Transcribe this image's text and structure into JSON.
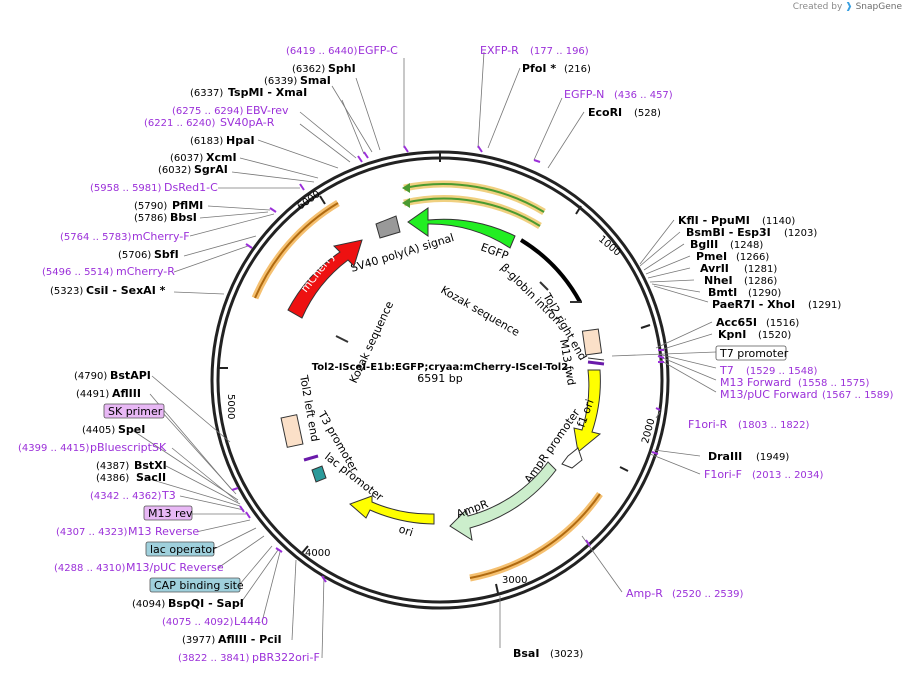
{
  "credit": {
    "prefix": "Created by",
    "brand": "SnapGene"
  },
  "plasmid": {
    "name": "Tol2-ISceI-E1b:EGFP;cryaa:mCherry-ISceI-Tol2",
    "size": "6591 bp"
  },
  "ticks": [
    "1000",
    "2000",
    "3000",
    "4000",
    "5000",
    "6000"
  ],
  "colors": {
    "primer": "#9b30d9",
    "egfp": "#22ee22",
    "mcherry": "#ee1111",
    "ori": "#ffff00",
    "ampr": "#cceecc",
    "polya": "#999999",
    "orange": "#f5a623",
    "promoter": "#ffffff",
    "box_blue": "#9fd0dc",
    "box_purple": "#e8b8f5"
  },
  "features": [
    {
      "label": "EGFP"
    },
    {
      "label": "SV40 poly(A) signal"
    },
    {
      "label": "mCherry"
    },
    {
      "label": "β-globin intron"
    },
    {
      "label": "Kozak sequence"
    },
    {
      "label": "Kozak sequence"
    },
    {
      "label": "Tol2 right end"
    },
    {
      "label": "M13 fwd"
    },
    {
      "label": "f1 ori"
    },
    {
      "label": "AmpR promoter"
    },
    {
      "label": "AmpR"
    },
    {
      "label": "ori"
    },
    {
      "label": "lac promoter"
    },
    {
      "label": "T3 promoter"
    },
    {
      "label": "Tol2 left end"
    }
  ],
  "site_labels": [
    {
      "pos": "(6419 .. 6440)",
      "name": "EGFP-C",
      "kind": "primer"
    },
    {
      "pos": "(6362)",
      "name": "SphI",
      "kind": "enzyme"
    },
    {
      "pos": "(6339)",
      "name": "SmaI",
      "kind": "enzyme"
    },
    {
      "pos": "(6337)",
      "name": "TspMI - XmaI",
      "kind": "enzyme"
    },
    {
      "pos": "(6275 .. 6294)",
      "name": "EBV-rev",
      "kind": "primer"
    },
    {
      "pos": "(6221 .. 6240)",
      "name": "SV40pA-R",
      "kind": "primer"
    },
    {
      "pos": "(6183)",
      "name": "HpaI",
      "kind": "enzyme"
    },
    {
      "pos": "(6037)",
      "name": "XcmI",
      "kind": "enzyme"
    },
    {
      "pos": "(6032)",
      "name": "SgrAI",
      "kind": "enzyme"
    },
    {
      "pos": "(5958 .. 5981)",
      "name": "DsRed1-C",
      "kind": "primer"
    },
    {
      "pos": "(5790)",
      "name": "PflMI",
      "kind": "enzyme"
    },
    {
      "pos": "(5786)",
      "name": "BbsI",
      "kind": "enzyme"
    },
    {
      "pos": "(5764 .. 5783)",
      "name": "mCherry-F",
      "kind": "primer"
    },
    {
      "pos": "(5706)",
      "name": "SbfI",
      "kind": "enzyme"
    },
    {
      "pos": "(5496 .. 5514)",
      "name": "mCherry-R",
      "kind": "primer"
    },
    {
      "pos": "(5323)",
      "name": "CsiI - SexAI *",
      "kind": "enzyme"
    },
    {
      "pos": "(4790)",
      "name": "BstAPI",
      "kind": "enzyme"
    },
    {
      "pos": "(4491)",
      "name": "AflIII",
      "kind": "enzyme"
    },
    {
      "pos": "",
      "name": "SK primer",
      "kind": "box_purple"
    },
    {
      "pos": "(4405)",
      "name": "SpeI",
      "kind": "enzyme"
    },
    {
      "pos": "(4399 .. 4415)",
      "name": "pBluescriptSK",
      "kind": "primer"
    },
    {
      "pos": "(4387)",
      "name": "BstXI",
      "kind": "enzyme"
    },
    {
      "pos": "(4386)",
      "name": "SacII",
      "kind": "enzyme"
    },
    {
      "pos": "(4342 .. 4362)",
      "name": "T3",
      "kind": "primer"
    },
    {
      "pos": "",
      "name": "M13 rev",
      "kind": "box_purple"
    },
    {
      "pos": "(4307 .. 4323)",
      "name": "M13 Reverse",
      "kind": "primer"
    },
    {
      "pos": "",
      "name": "lac operator",
      "kind": "box_blue"
    },
    {
      "pos": "(4288 .. 4310)",
      "name": "M13/pUC Reverse",
      "kind": "primer"
    },
    {
      "pos": "",
      "name": "CAP binding site",
      "kind": "box_blue"
    },
    {
      "pos": "(4094)",
      "name": "BspQI - SapI",
      "kind": "enzyme"
    },
    {
      "pos": "(4075 .. 4092)",
      "name": "L4440",
      "kind": "primer"
    },
    {
      "pos": "(3977)",
      "name": "AflIII - PciI",
      "kind": "enzyme"
    },
    {
      "pos": "(3822 .. 3841)",
      "name": "pBR322ori-F",
      "kind": "primer"
    },
    {
      "pos": "(3023)",
      "name": "BsaI",
      "kind": "enzyme"
    },
    {
      "pos": "(2520 .. 2539)",
      "name": "Amp-R",
      "kind": "primer"
    },
    {
      "pos": "(2013 .. 2034)",
      "name": "F1ori-F",
      "kind": "primer"
    },
    {
      "pos": "(1949)",
      "name": "DraIII",
      "kind": "enzyme"
    },
    {
      "pos": "(1803 .. 1822)",
      "name": "F1ori-R",
      "kind": "primer"
    },
    {
      "pos": "(1567 .. 1589)",
      "name": "M13/pUC Forward",
      "kind": "primer"
    },
    {
      "pos": "(1558 .. 1575)",
      "name": "M13 Forward",
      "kind": "primer"
    },
    {
      "pos": "(1529 .. 1548)",
      "name": "T7",
      "kind": "primer"
    },
    {
      "pos": "",
      "name": "T7 promoter",
      "kind": "box_white"
    },
    {
      "pos": "(1520)",
      "name": "KpnI",
      "kind": "enzyme"
    },
    {
      "pos": "(1516)",
      "name": "Acc65I",
      "kind": "enzyme"
    },
    {
      "pos": "(1291)",
      "name": "PaeR7I - XhoI",
      "kind": "enzyme"
    },
    {
      "pos": "(1290)",
      "name": "BmtI",
      "kind": "enzyme"
    },
    {
      "pos": "(1286)",
      "name": "NheI",
      "kind": "enzyme"
    },
    {
      "pos": "(1281)",
      "name": "AvrII",
      "kind": "enzyme"
    },
    {
      "pos": "(1266)",
      "name": "PmeI",
      "kind": "enzyme"
    },
    {
      "pos": "(1248)",
      "name": "BglII",
      "kind": "enzyme"
    },
    {
      "pos": "(1203)",
      "name": "BsmBI - Esp3I",
      "kind": "enzyme"
    },
    {
      "pos": "(1140)",
      "name": "KflI - PpuMI",
      "kind": "enzyme"
    },
    {
      "pos": "(528)",
      "name": "EcoRI",
      "kind": "enzyme"
    },
    {
      "pos": "(436 .. 457)",
      "name": "EGFP-N",
      "kind": "primer"
    },
    {
      "pos": "(216)",
      "name": "PfoI *",
      "kind": "enzyme"
    },
    {
      "pos": "(177 .. 196)",
      "name": "EXFP-R",
      "kind": "primer"
    }
  ]
}
